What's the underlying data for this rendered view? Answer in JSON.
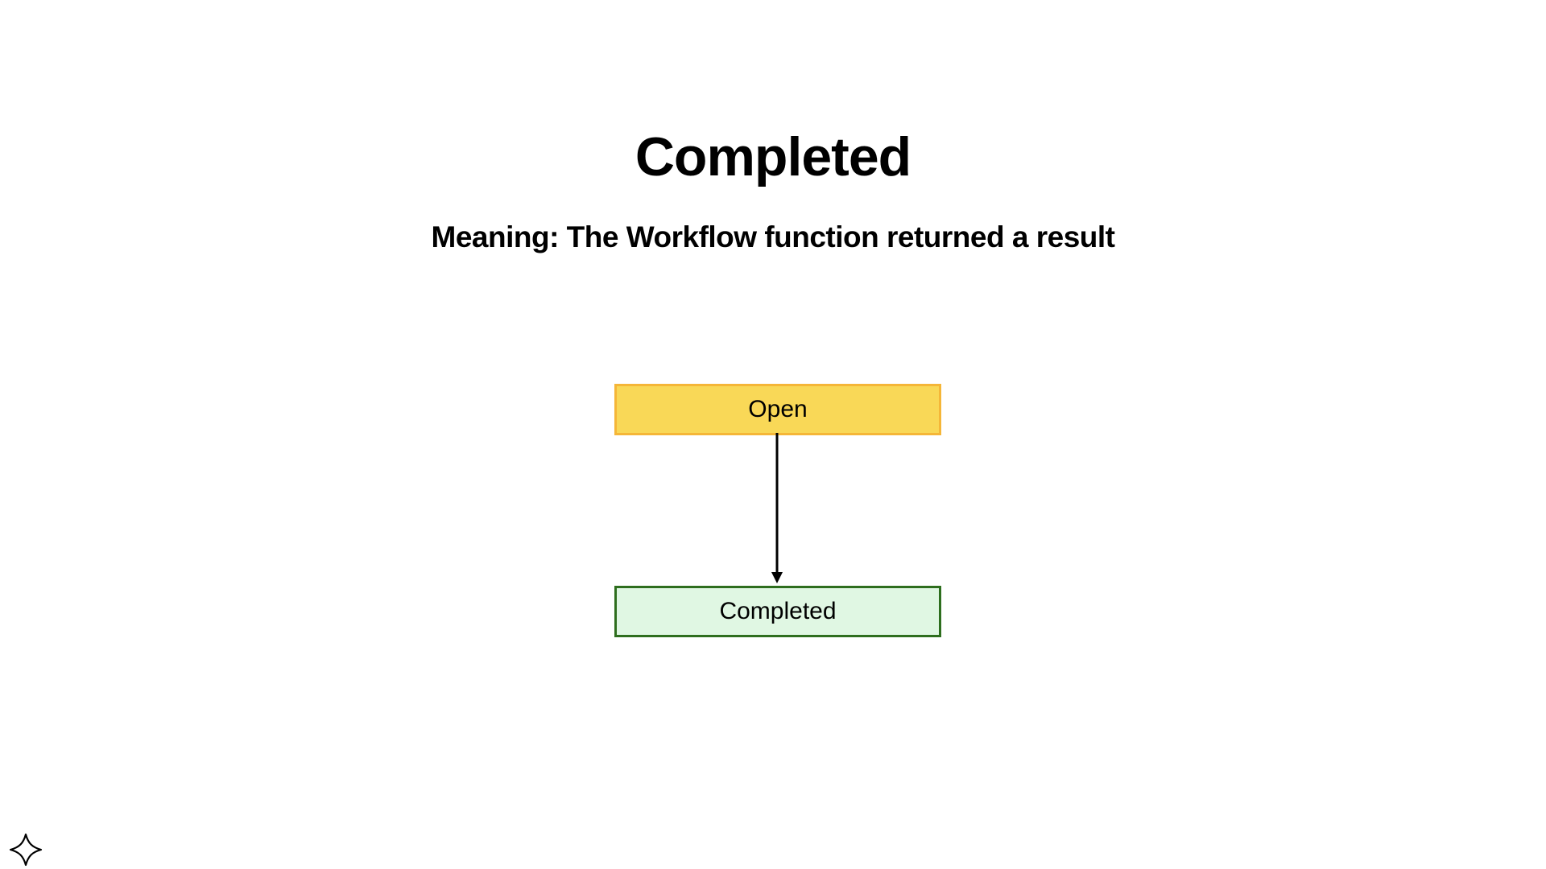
{
  "slide": {
    "title": "Completed",
    "subtitle": "Meaning: The Workflow function returned a result"
  },
  "diagram": {
    "states": [
      {
        "label": "Open",
        "fill": "#f9d857",
        "border": "#f5b638"
      },
      {
        "label": "Completed",
        "fill": "#e0f7e3",
        "border": "#2e6e1e"
      }
    ],
    "transition": {
      "from": "Open",
      "to": "Completed",
      "color": "#000000"
    }
  },
  "logo": {
    "icon": "four-point-star-icon"
  }
}
